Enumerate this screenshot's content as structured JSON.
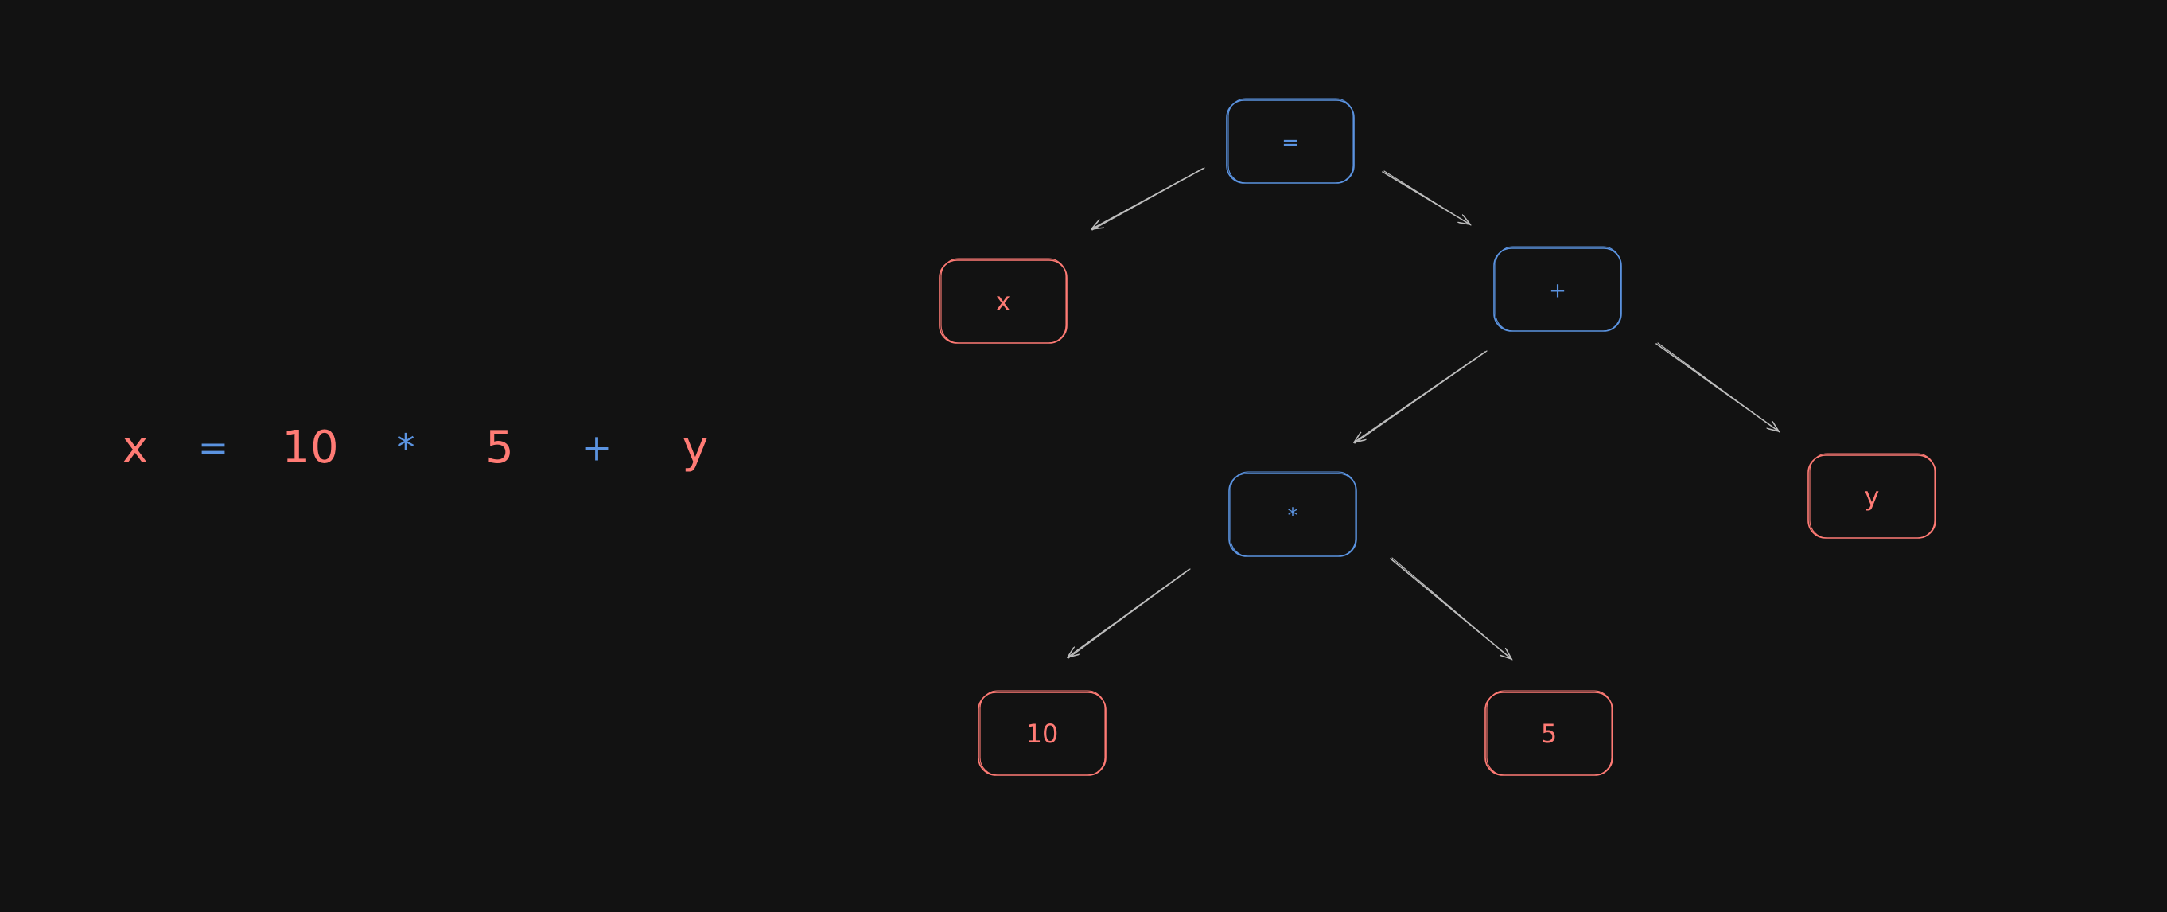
{
  "colors": {
    "background": "#121212",
    "operand": "#ff7b75",
    "operator": "#5b93e0",
    "arrow": "#bdbdbd"
  },
  "expression": {
    "tokens": [
      {
        "text": "x",
        "kind": "operand"
      },
      {
        "text": "=",
        "kind": "operator"
      },
      {
        "text": "10",
        "kind": "operand"
      },
      {
        "text": "*",
        "kind": "operator"
      },
      {
        "text": "5",
        "kind": "operand"
      },
      {
        "text": "+",
        "kind": "operator"
      },
      {
        "text": "y",
        "kind": "operand"
      }
    ]
  },
  "tree": {
    "nodes": [
      {
        "id": "assign",
        "label": "=",
        "kind": "operator"
      },
      {
        "id": "x",
        "label": "x",
        "kind": "operand"
      },
      {
        "id": "plus",
        "label": "+",
        "kind": "operator"
      },
      {
        "id": "mult",
        "label": "*",
        "kind": "operator"
      },
      {
        "id": "y",
        "label": "y",
        "kind": "operand"
      },
      {
        "id": "ten",
        "label": "10",
        "kind": "operand"
      },
      {
        "id": "five",
        "label": "5",
        "kind": "operand"
      }
    ],
    "edges": [
      {
        "from": "assign",
        "to": "x"
      },
      {
        "from": "assign",
        "to": "plus"
      },
      {
        "from": "plus",
        "to": "mult"
      },
      {
        "from": "plus",
        "to": "y"
      },
      {
        "from": "mult",
        "to": "ten"
      },
      {
        "from": "mult",
        "to": "five"
      }
    ]
  }
}
